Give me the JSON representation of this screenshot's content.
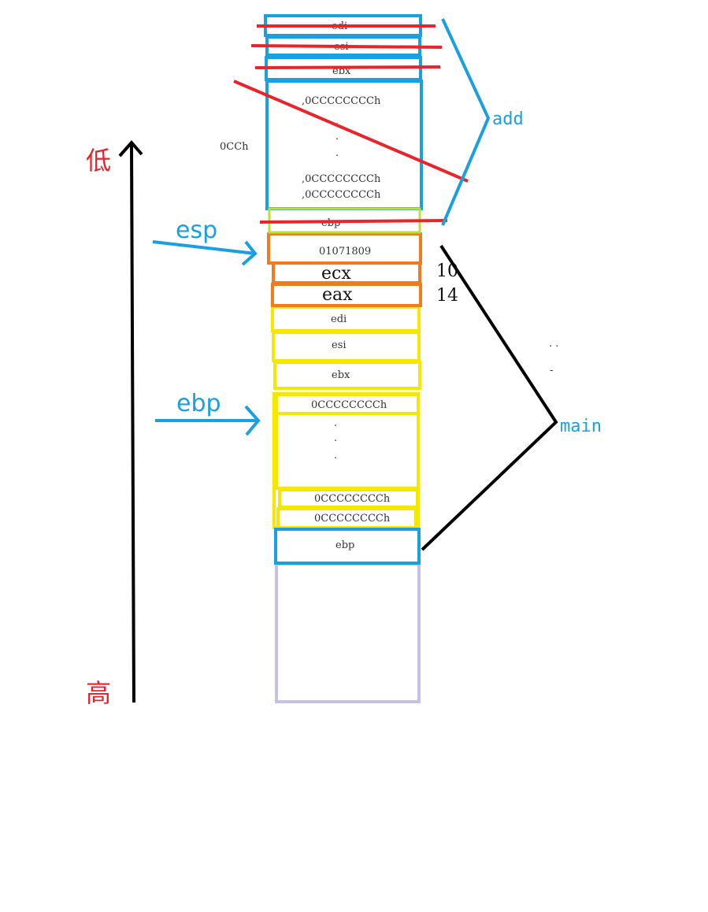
{
  "colors": {
    "blue": "#1a9fe0",
    "red": "#e8252b",
    "orange": "#f47a20",
    "yellow": "#f5e800",
    "lavender": "#c8c0e0",
    "black": "#000000"
  },
  "axis": {
    "low_label": "低",
    "high_label": "高"
  },
  "pointers": {
    "esp": "esp",
    "ebp": "ebp"
  },
  "add_frame": {
    "label": "add",
    "cells": {
      "edi": "edi",
      "esi": "esi",
      "ebx": "ebx",
      "fill_top": ",0CCCCCCCCh",
      "fill_mid1": ",0CCCCCCCCh",
      "fill_mid2": ",0CCCCCCCCh",
      "ebp": "ebp"
    },
    "side_note": "0CCh"
  },
  "call_area": {
    "return_address": "01071809",
    "ecx": "ecx",
    "eax": "eax",
    "ecx_value": "10",
    "eax_value": "14"
  },
  "main_frame": {
    "label": "main",
    "cells": {
      "edi": "edi",
      "esi": "esi",
      "ebx": "ebx",
      "fill_top": "0CCCCCCCCh",
      "fill_a": "0CCCCCCCCh",
      "fill_b": "0CCCCCCCCh",
      "ebp": "ebp"
    }
  },
  "ellipsis": "."
}
